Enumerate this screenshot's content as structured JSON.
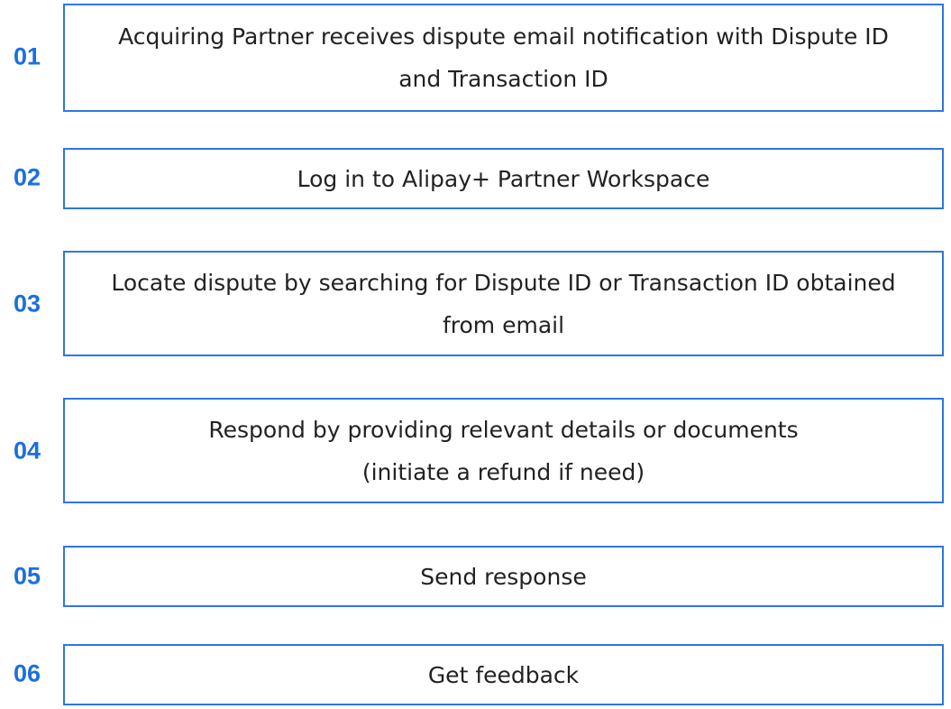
{
  "steps": [
    {
      "number": "01",
      "lines": [
        "Acquiring Partner receives dispute email notification with Dispute ID",
        "and Transaction ID"
      ]
    },
    {
      "number": "02",
      "lines": [
        "Log in to Alipay+ Partner Workspace"
      ]
    },
    {
      "number": "03",
      "lines": [
        "Locate dispute by searching for Dispute ID or Transaction ID obtained",
        "from email"
      ]
    },
    {
      "number": "04",
      "lines": [
        "Respond by providing relevant details or documents",
        "(initiate a refund if need)"
      ]
    },
    {
      "number": "05",
      "lines": [
        "Send response"
      ]
    },
    {
      "number": "06",
      "lines": [
        "Get feedback"
      ]
    }
  ],
  "colors": {
    "accent": "#1a6fe0",
    "border": "#2f76e3",
    "text": "#222222"
  }
}
